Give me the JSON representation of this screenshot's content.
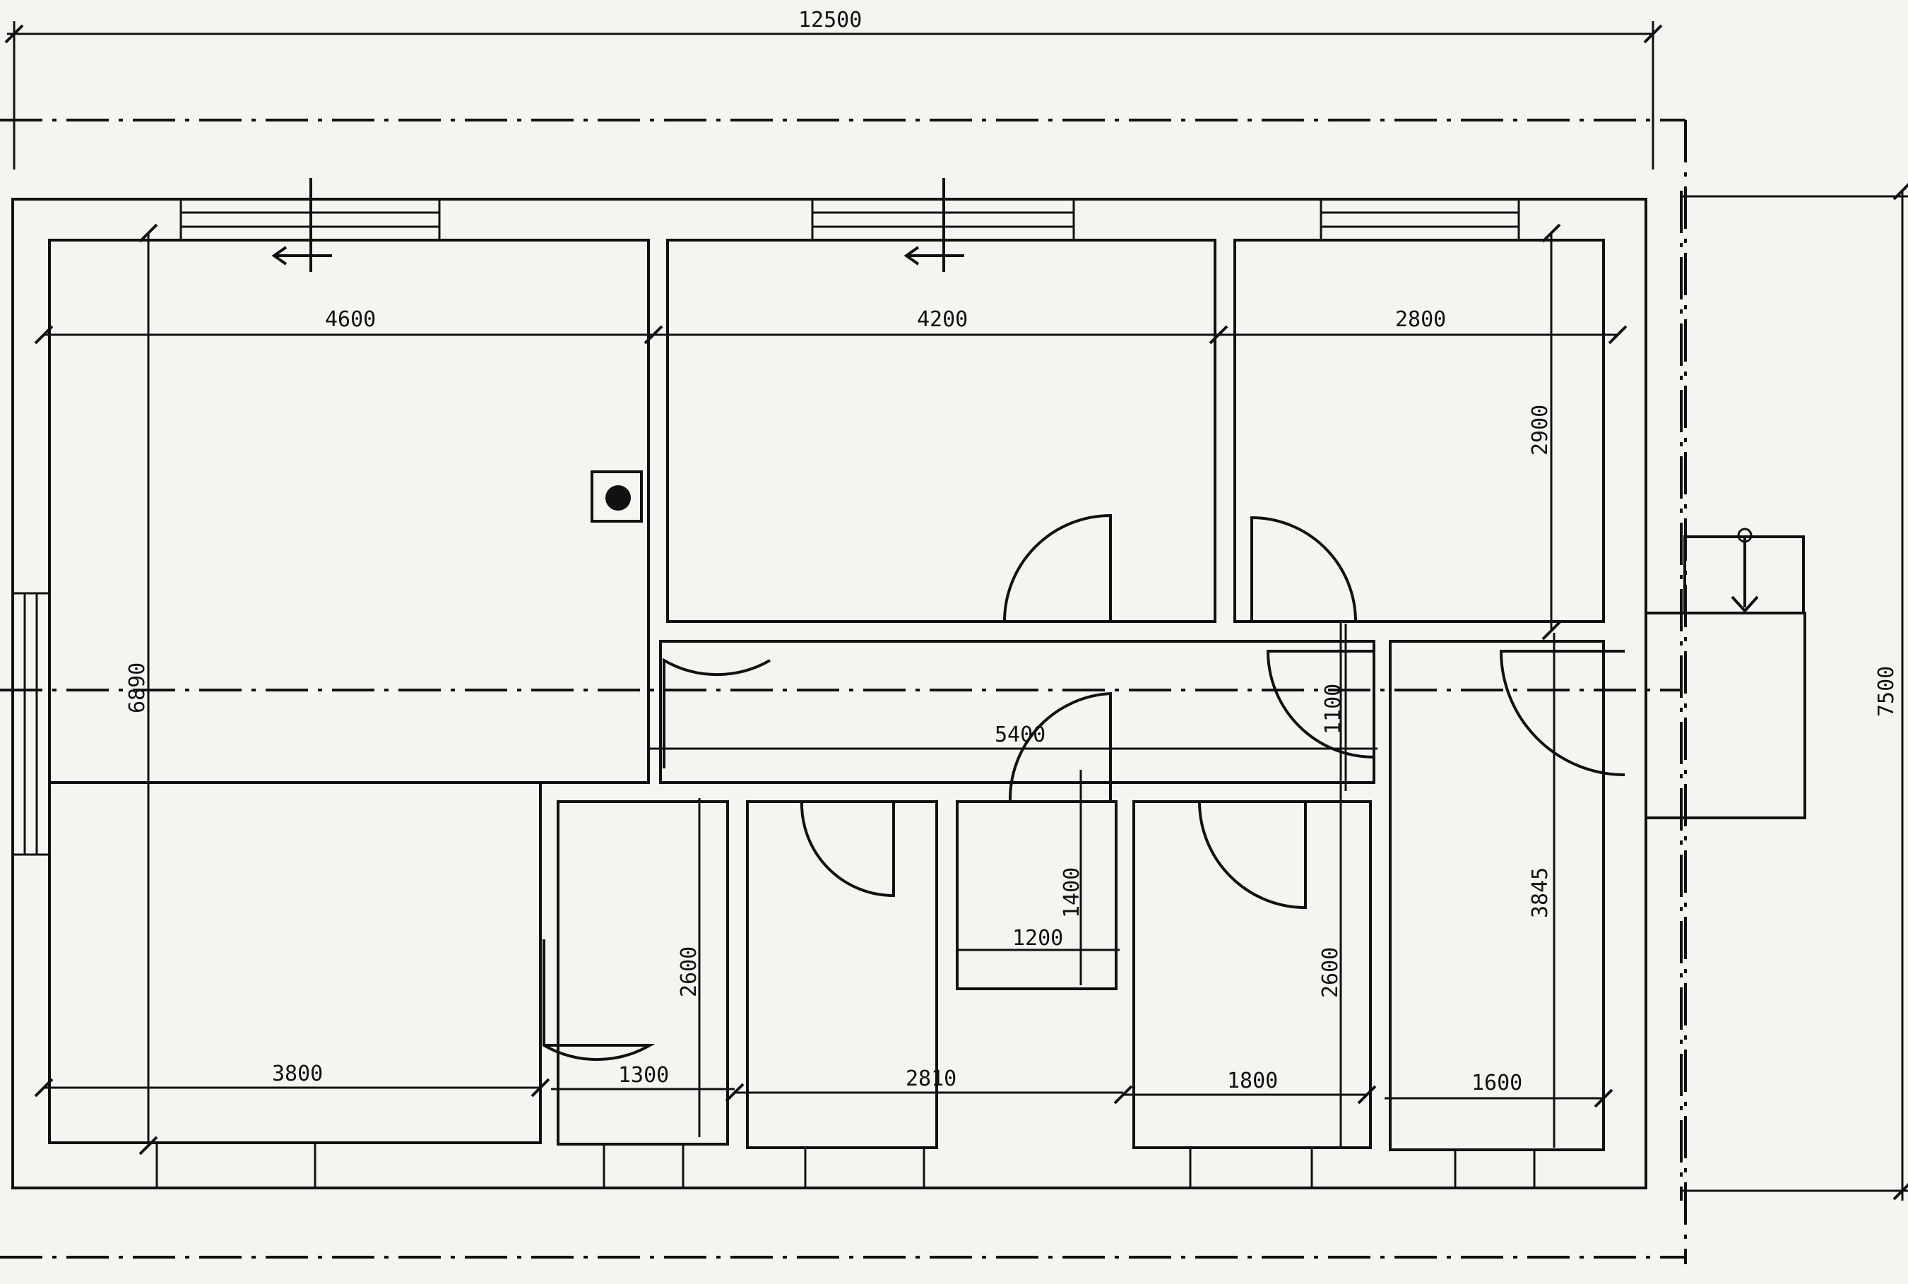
{
  "drawing": {
    "ink_color": "#111111",
    "paper_color": "#f4f4f1",
    "dimensions": {
      "overall_width": "12500",
      "overall_depth": "7500",
      "room_1_width": "4600",
      "room_2_width": "4200",
      "room_3_width": "2800",
      "room_3_depth": "2900",
      "room_1_depth": "6890",
      "room_1_bottom": "3800",
      "corridor_length": "5400",
      "corridor_width": "1100",
      "wc_depth": "1400",
      "wc_width": "1200",
      "room_a_depth": "2600",
      "room_a_width": "1300",
      "room_b_width": "2810",
      "room_c_depth": "2600",
      "room_c_width": "1800",
      "hall_depth": "3845",
      "hall_width": "1600"
    },
    "icons": [
      "stove-icon",
      "chimney-icon",
      "entrance-arrow-icon",
      "door-swing-icon",
      "window-icon"
    ]
  }
}
